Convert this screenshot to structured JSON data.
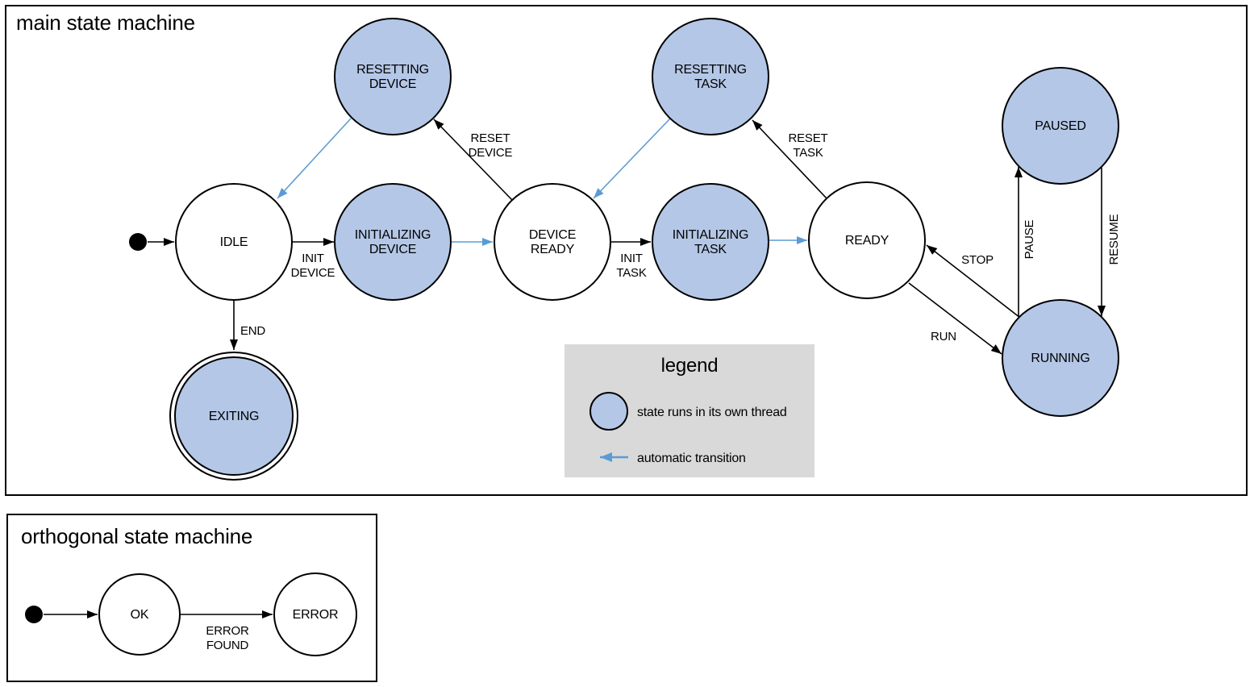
{
  "main": {
    "title": "main state machine",
    "states": {
      "idle": {
        "label": "IDLE"
      },
      "initializing_device": {
        "line1": "INITIALIZING",
        "line2": "DEVICE"
      },
      "device_ready": {
        "line1": "DEVICE",
        "line2": "READY"
      },
      "initializing_task": {
        "line1": "INITIALIZING",
        "line2": "TASK"
      },
      "ready": {
        "label": "READY"
      },
      "resetting_device": {
        "line1": "RESETTING",
        "line2": "DEVICE"
      },
      "resetting_task": {
        "line1": "RESETTING",
        "line2": "TASK"
      },
      "paused": {
        "label": "PAUSED"
      },
      "running": {
        "label": "RUNNING"
      },
      "exiting": {
        "label": "EXITING"
      }
    },
    "transitions": {
      "init_device": {
        "line1": "INIT",
        "line2": "DEVICE"
      },
      "init_task": {
        "line1": "INIT",
        "line2": "TASK"
      },
      "reset_device": {
        "line1": "RESET",
        "line2": "DEVICE"
      },
      "reset_task": {
        "line1": "RESET",
        "line2": "TASK"
      },
      "end": {
        "label": "END"
      },
      "run": {
        "label": "RUN"
      },
      "stop": {
        "label": "STOP"
      },
      "pause": {
        "label": "PAUSE"
      },
      "resume": {
        "label": "RESUME"
      }
    },
    "legend": {
      "title": "legend",
      "thread_label": "state runs in its own thread",
      "auto_label": "automatic transition"
    }
  },
  "orthogonal": {
    "title": "orthogonal state machine",
    "states": {
      "ok": {
        "label": "OK"
      },
      "error": {
        "label": "ERROR"
      }
    },
    "transitions": {
      "error_found": {
        "line1": "ERROR",
        "line2": "FOUND"
      }
    }
  },
  "colors": {
    "thread_fill": "#b4c7e7",
    "auto_transition": "#5b9bd5",
    "legend_bg": "#d9d9d9",
    "line": "#000000"
  }
}
